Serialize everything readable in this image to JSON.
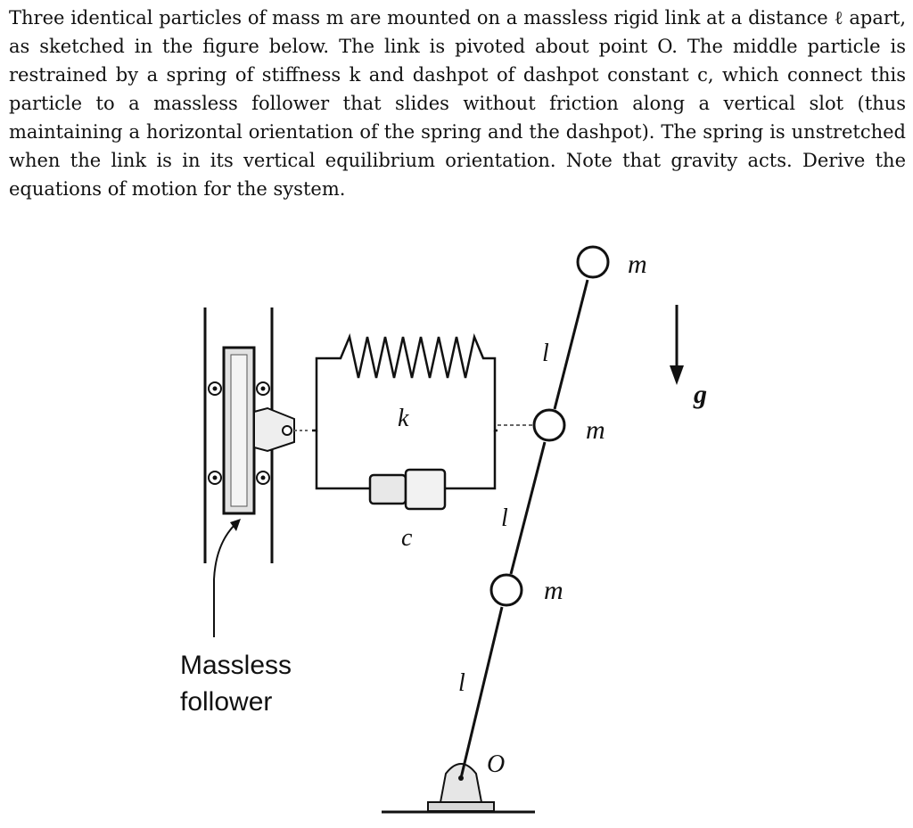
{
  "problem": {
    "text": "Three identical particles of mass m are mounted on a massless rigid link at a distance ℓ apart, as sketched in the figure below. The link is pivoted about point O. The middle particle is restrained by a spring of stiffness k and dashpot of dashpot constant c, which connect this particle to a massless follower that slides without friction along a vertical slot (thus maintaining a horizontal orientation of the spring and the dashpot). The spring is unstretched when the link is in its vertical equilibrium orientation. Note that gravity acts. Derive the equations of motion for the system."
  },
  "figure": {
    "labels": {
      "mass_top": "m",
      "mass_middle": "m",
      "mass_bottom": "m",
      "length_top": "l",
      "length_middle": "l",
      "length_bottom": "l",
      "spring": "k",
      "dashpot": "c",
      "gravity": "g",
      "pivot": "O",
      "follower_line1": "Massless",
      "follower_line2": "follower"
    }
  }
}
